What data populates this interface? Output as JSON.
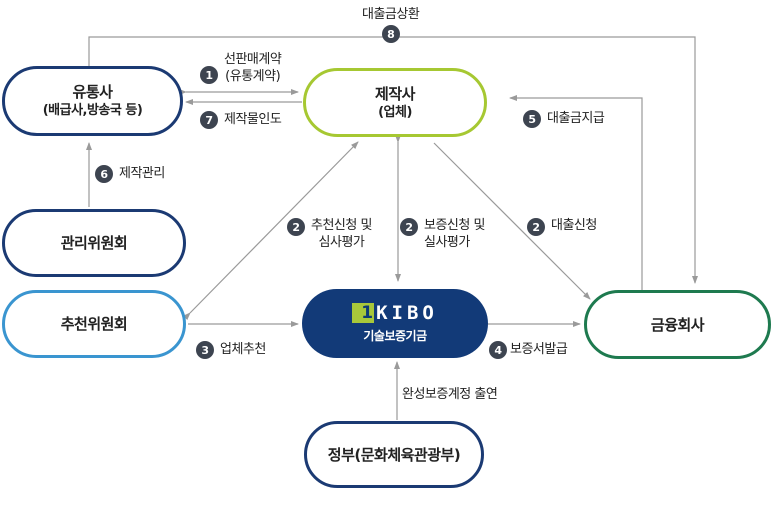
{
  "colors": {
    "distributor_border": "#1b3a73",
    "producer_border": "#a6c832",
    "mgmt_border": "#1b3a73",
    "recommend_border": "#3a95d0",
    "kibo_fill": "#123a78",
    "finance_border": "#1e7a4f",
    "gov_border": "#1b3a73",
    "arrow": "#9a9a9a",
    "badge": "#3d4450"
  },
  "nodes": {
    "distributor": {
      "title": "유통사",
      "subtitle": "(배급사,방송국 등)"
    },
    "producer": {
      "title": "제작사",
      "subtitle": "(업체)"
    },
    "management_committee": {
      "title": "관리위원회"
    },
    "recommendation_committee": {
      "title": "추천위원회"
    },
    "kibo": {
      "logo_one": "1",
      "logo_word": "KIBO",
      "subtitle": "기술보증기금"
    },
    "finance": {
      "title": "금융회사"
    },
    "government": {
      "title": "정부(문화체육관광부)"
    }
  },
  "edges": {
    "e1": {
      "step": "1",
      "label_line1": "선판매계약",
      "label_line2": "(유통계약)"
    },
    "e7": {
      "step": "7",
      "label": "제작물인도"
    },
    "e8": {
      "step": "8",
      "label": "대출금상환"
    },
    "e5": {
      "step": "5",
      "label": "대출금지급"
    },
    "e6": {
      "step": "6",
      "label": "제작관리"
    },
    "e2a": {
      "step": "2",
      "label_line1": "추천신청 및",
      "label_line2": "심사평가"
    },
    "e2b": {
      "step": "2",
      "label_line1": "보증신청 및",
      "label_line2": "실사평가"
    },
    "e2c": {
      "step": "2",
      "label": "대출신청"
    },
    "e3": {
      "step": "3",
      "label": "업체추천"
    },
    "e4": {
      "step": "4",
      "label": "보증서발급"
    },
    "e_gov": {
      "label": "완성보증계정 출연"
    }
  }
}
